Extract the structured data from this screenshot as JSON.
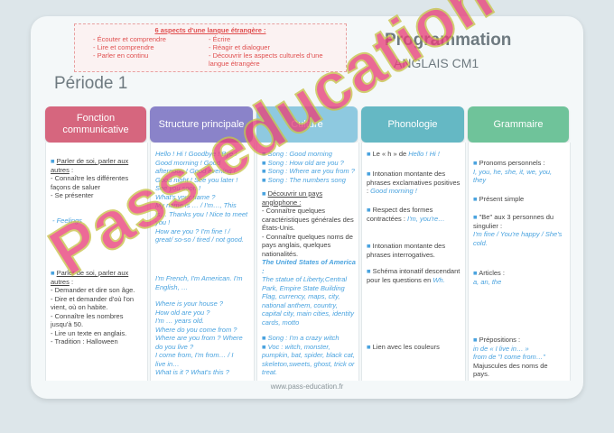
{
  "aspects": {
    "title": "6 aspects d'une langue étrangère :",
    "col1": [
      "Écouter et comprendre",
      "Lire et comprendre",
      "Parler en continu"
    ],
    "col2": [
      "Écrire",
      "Réagir et dialoguer",
      "Découvrir les aspects culturels d'une langue étrangère"
    ]
  },
  "header": {
    "title": "Programmation",
    "subtitle": "ANGLAIS CM1",
    "periode": "Période 1"
  },
  "columns": [
    {
      "label": "Fonction communicative",
      "color": "#d6667e"
    },
    {
      "label": "Structure principale",
      "color": "#8a83c9"
    },
    {
      "label": "Culture",
      "color": "#8ec9e0"
    },
    {
      "label": "Phonologie",
      "color": "#65b8c4"
    },
    {
      "label": "Grammaire",
      "color": "#6fc39a"
    }
  ],
  "fonction": {
    "b1_title": "Parler de soi, parler aux autres",
    "b1_items": [
      "- Connaître les différentes façons de saluer",
      "- Se présenter"
    ],
    "b1_feel": "- Feelings",
    "b2_title": "Parler de soi, parler aux autres",
    "b2_items": [
      "- Demander et dire son âge.",
      "- Dire et demander d'où l'on vient, où on habite.",
      "- Connaître les nombres jusqu'à 50.",
      "- Lire un texte en anglais.",
      "- Tradition : Halloween"
    ]
  },
  "structure": {
    "s1": [
      "Hello ! Hi ! Goodbye ! Bye !",
      "Good morning ! Good",
      "afternoon ! Good evening !",
      "Good night ! See you later !",
      "See you soon !",
      "What's your name ?",
      "My name is … / I'm…, This",
      "is… Thanks you ! Nice to meet",
      "you !",
      "How are you ? I'm fine ! /",
      "great/ so-so / tired / not good."
    ],
    "s2": [
      "I'm French, I'm American. I'm",
      "English, …",
      "",
      "Where is your house ?",
      "How old are you ?",
      "I'm … years old.",
      "Where do you come from ?",
      "Where are you from ? Where",
      "do you live ?",
      "I come from, I'm from… / I",
      "live in…",
      "What is it ? What's this ?"
    ]
  },
  "culture": {
    "songs": [
      "Song : Good morning",
      "Song : How old are you ?",
      "Song : Where are you from ?",
      "Song : The numbers song"
    ],
    "pays_title": "Découvrir un pays anglophone :",
    "pays_items": [
      "- Connaître quelques caractéristiques générales des États-Unis.",
      "- Connaître quelques noms de pays anglais, quelques nationalités."
    ],
    "usa_title": "The United States of America :",
    "usa_text": "The statue of Liberty,Central Park, Empire State Building Flag, currency, maps, city, national anthem, country, capital city, main cities, identity cards, motto",
    "song3": "Song : I'm a crazy witch",
    "voc": "Voc : witch, monster, pumpkin, bat, spider, black cat, skeleton,sweets, ghost, trick or treat."
  },
  "phono": {
    "p1a": "Le « h » de ",
    "p1b": "Hello ! Hi !",
    "p2a": "Intonation montante des phrases exclamatives positives : ",
    "p2b": "Good morning !",
    "p3a": "Respect des formes contractées : ",
    "p3b": "I'm, you're…",
    "p4": "Intonation montante des phrases interrogatives.",
    "p5a": "Schéma intonatif descendant pour les questions en ",
    "p5b": "Wh.",
    "p6": "Lien avec les couleurs"
  },
  "gram": {
    "g1a": "Pronoms personnels :",
    "g1b": "I, you, he, she, it, we, you, they",
    "g2": "Présent simple",
    "g3a": "\"Be\" aux 3 personnes du singulier :",
    "g3b": "I'm fine / You're happy / She's cold.",
    "g4a": "Articles :",
    "g4b": "a, an, the",
    "g5a": "Prépositions :",
    "g5b": "in de « I live in… »",
    "g5c": "from de \"I come from…\"",
    "g5d": "Majuscules des noms de pays."
  },
  "footer": "www.pass-education.fr",
  "watermark": "Pass-education"
}
